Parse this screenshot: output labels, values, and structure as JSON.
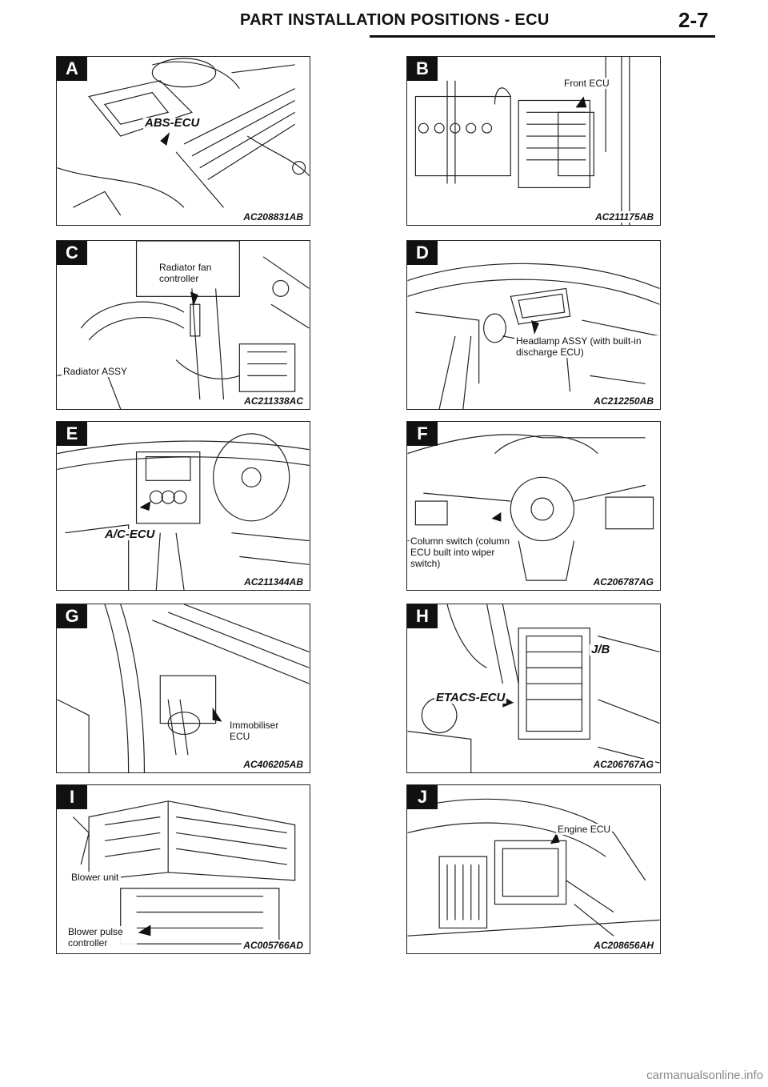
{
  "header": {
    "title": "PART INSTALLATION POSITIONS - ECU",
    "page": "2-7"
  },
  "panels": [
    {
      "letter": "A",
      "code": "AC208831AB",
      "labels": [
        "ABS-ECU"
      ]
    },
    {
      "letter": "B",
      "code": "AC211175AB",
      "labels": [
        "Front ECU"
      ]
    },
    {
      "letter": "C",
      "code": "AC211338AC",
      "labels": [
        "Radiator fan controller",
        "Radiator ASSY"
      ]
    },
    {
      "letter": "D",
      "code": "AC212250AB",
      "labels": [
        "Headlamp ASSY (with built-in discharge ECU)"
      ]
    },
    {
      "letter": "E",
      "code": "AC211344AB",
      "labels": [
        "A/C-ECU"
      ]
    },
    {
      "letter": "F",
      "code": "AC206787AG",
      "labels": [
        "Column switch (column ECU built into wiper switch)"
      ]
    },
    {
      "letter": "G",
      "code": "AC406205AB",
      "labels": [
        "Immobiliser ECU"
      ]
    },
    {
      "letter": "H",
      "code": "AC206767AG",
      "labels": [
        "J/B",
        "ETACS-ECU"
      ]
    },
    {
      "letter": "I",
      "code": "AC005766AD",
      "labels": [
        "Blower unit",
        "Blower pulse controller"
      ]
    },
    {
      "letter": "J",
      "code": "AC208656AH",
      "labels": [
        "Engine ECU"
      ]
    }
  ],
  "footer": {
    "watermark": "carmanualsonline.info"
  }
}
